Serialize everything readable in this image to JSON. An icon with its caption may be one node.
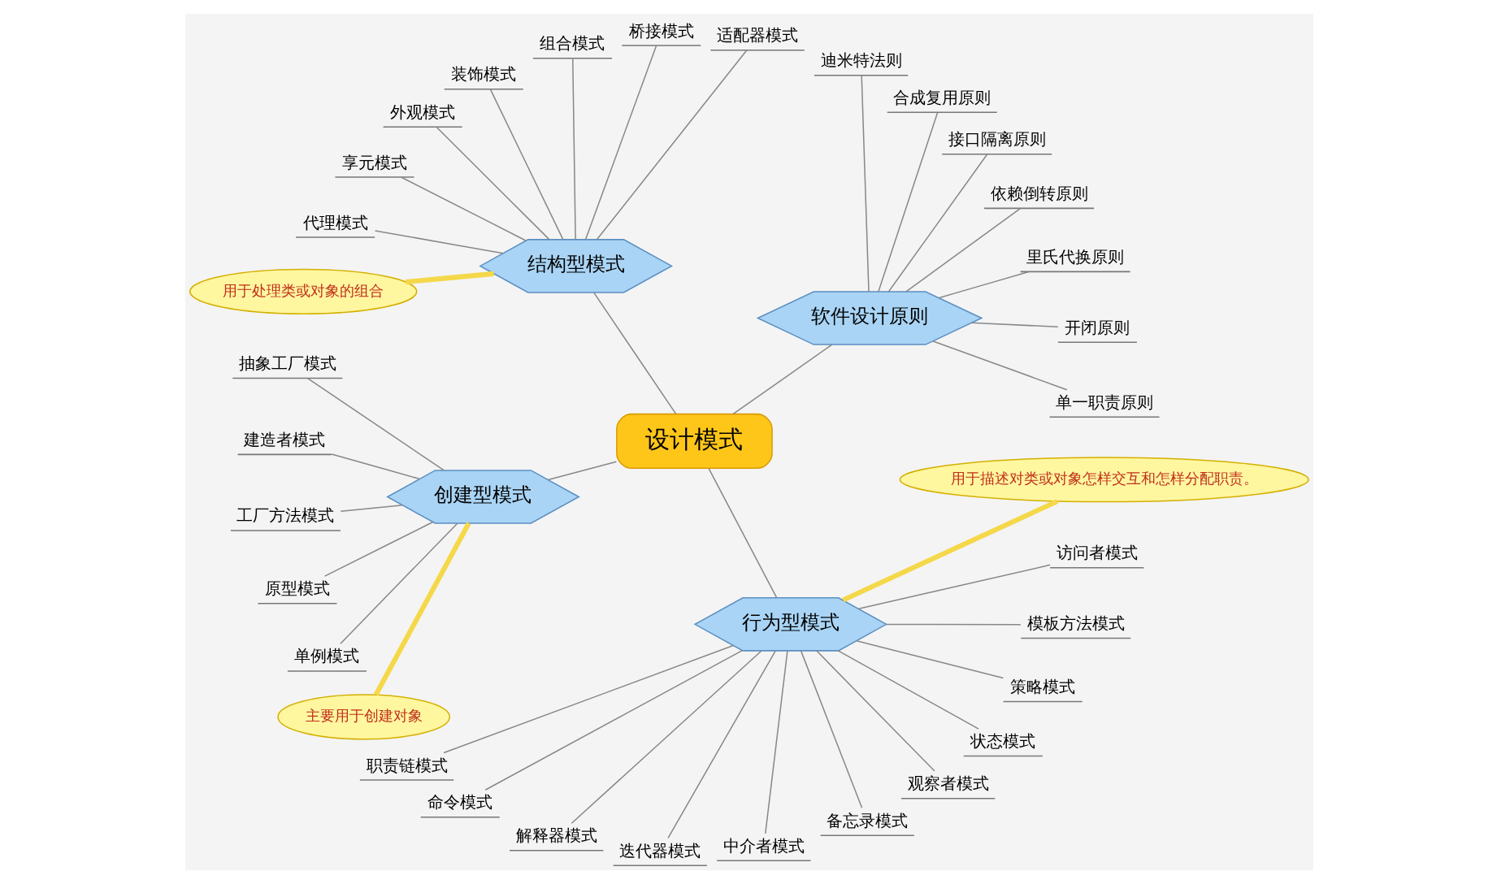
{
  "diagram": {
    "nodes": [
      {
        "text": [
          "设计模式"
        ]
      },
      {
        "text": [
          "软件设计原则"
        ]
      },
      {
        "text": [
          "单一职责原则"
        ]
      },
      {
        "text": [
          "开闭原则"
        ]
      },
      {
        "text": [
          "里氏代换原则"
        ]
      },
      {
        "text": [
          "依赖倒转原则"
        ]
      },
      {
        "text": [
          "接口隔离原则"
        ]
      },
      {
        "text": [
          "合成复用原则"
        ]
      },
      {
        "text": [
          "迪米特法则"
        ]
      },
      {
        "text": [
          "结构型模式"
        ]
      },
      {
        "text": [
          "用于处理类或对象的组合"
        ]
      },
      {
        "text": [
          "适配器模式"
        ]
      },
      {
        "text": [
          "桥接模式"
        ]
      },
      {
        "text": [
          "组合模式"
        ]
      },
      {
        "text": [
          "装饰模式"
        ]
      },
      {
        "text": [
          "外观模式"
        ]
      },
      {
        "text": [
          "享元模式"
        ]
      },
      {
        "text": [
          "代理模式"
        ]
      },
      {
        "text": [
          "创建型模式"
        ]
      },
      {
        "text": [
          "抽象工厂模式"
        ]
      },
      {
        "text": [
          "建造者模式"
        ]
      },
      {
        "text": [
          "工厂方法模式"
        ]
      },
      {
        "text": [
          "原型模式"
        ]
      },
      {
        "text": [
          "单例模式"
        ]
      },
      {
        "text": [
          "主要用于创建对象"
        ]
      },
      {
        "text": [
          "行为型模式"
        ]
      },
      {
        "text": [
          "职责链模式"
        ]
      },
      {
        "text": [
          "命令模式"
        ]
      },
      {
        "text": [
          "解释器模式"
        ]
      },
      {
        "text": [
          "迭代器模式"
        ]
      },
      {
        "text": [
          "中介者模式"
        ]
      },
      {
        "text": [
          "备忘录模式"
        ]
      },
      {
        "text": [
          "观察者模式"
        ]
      },
      {
        "text": [
          "状态模式"
        ]
      },
      {
        "text": [
          "策略模式"
        ]
      },
      {
        "text": [
          "模板方法模式"
        ]
      },
      {
        "text": [
          "访问者模式"
        ]
      },
      {
        "text": [
          "用于描述对类或对象怎样交互和怎样分配职责。"
        ]
      }
    ],
    "edges": [
      {
        "from": 0,
        "to": 1,
        "arrow": "none"
      },
      {
        "from": 0,
        "to": 9,
        "arrow": "none"
      },
      {
        "from": 0,
        "to": 18,
        "arrow": "none"
      },
      {
        "from": 0,
        "to": 25,
        "arrow": "none"
      },
      {
        "from": 1,
        "to": 2,
        "arrow": "none"
      },
      {
        "from": 1,
        "to": 3,
        "arrow": "none"
      },
      {
        "from": 1,
        "to": 4,
        "arrow": "none"
      },
      {
        "from": 1,
        "to": 5,
        "arrow": "none"
      },
      {
        "from": 1,
        "to": 6,
        "arrow": "none"
      },
      {
        "from": 1,
        "to": 7,
        "arrow": "none"
      },
      {
        "from": 1,
        "to": 8,
        "arrow": "none"
      },
      {
        "from": 10,
        "to": 9,
        "arrow": "none",
        "style": "thick",
        "color": "#f5d84a"
      },
      {
        "from": 9,
        "to": 11,
        "arrow": "none"
      },
      {
        "from": 9,
        "to": 12,
        "arrow": "none"
      },
      {
        "from": 9,
        "to": 13,
        "arrow": "none"
      },
      {
        "from": 9,
        "to": 14,
        "arrow": "none"
      },
      {
        "from": 9,
        "to": 15,
        "arrow": "none"
      },
      {
        "from": 9,
        "to": 16,
        "arrow": "none"
      },
      {
        "from": 9,
        "to": 17,
        "arrow": "none"
      },
      {
        "from": 18,
        "to": 19,
        "arrow": "none"
      },
      {
        "from": 18,
        "to": 20,
        "arrow": "none"
      },
      {
        "from": 18,
        "to": 21,
        "arrow": "none"
      },
      {
        "from": 18,
        "to": 22,
        "arrow": "none"
      },
      {
        "from": 18,
        "to": 23,
        "arrow": "none"
      },
      {
        "from": 24,
        "to": 18,
        "arrow": "none",
        "style": "thick",
        "color": "#f5d84a"
      },
      {
        "from": 25,
        "to": 26,
        "arrow": "none"
      },
      {
        "from": 25,
        "to": 27,
        "arrow": "none"
      },
      {
        "from": 25,
        "to": 28,
        "arrow": "none"
      },
      {
        "from": 25,
        "to": 29,
        "arrow": "none"
      },
      {
        "from": 25,
        "to": 30,
        "arrow": "none"
      },
      {
        "from": 25,
        "to": 31,
        "arrow": "none"
      },
      {
        "from": 25,
        "to": 32,
        "arrow": "none"
      },
      {
        "from": 25,
        "to": 33,
        "arrow": "none"
      },
      {
        "from": 25,
        "to": 34,
        "arrow": "none"
      },
      {
        "from": 25,
        "to": 35,
        "arrow": "none"
      },
      {
        "from": 25,
        "to": 36,
        "arrow": "none"
      },
      {
        "from": 37,
        "to": 25,
        "arrow": "none",
        "style": "thick",
        "color": "#f5d84a"
      }
    ]
  }
}
